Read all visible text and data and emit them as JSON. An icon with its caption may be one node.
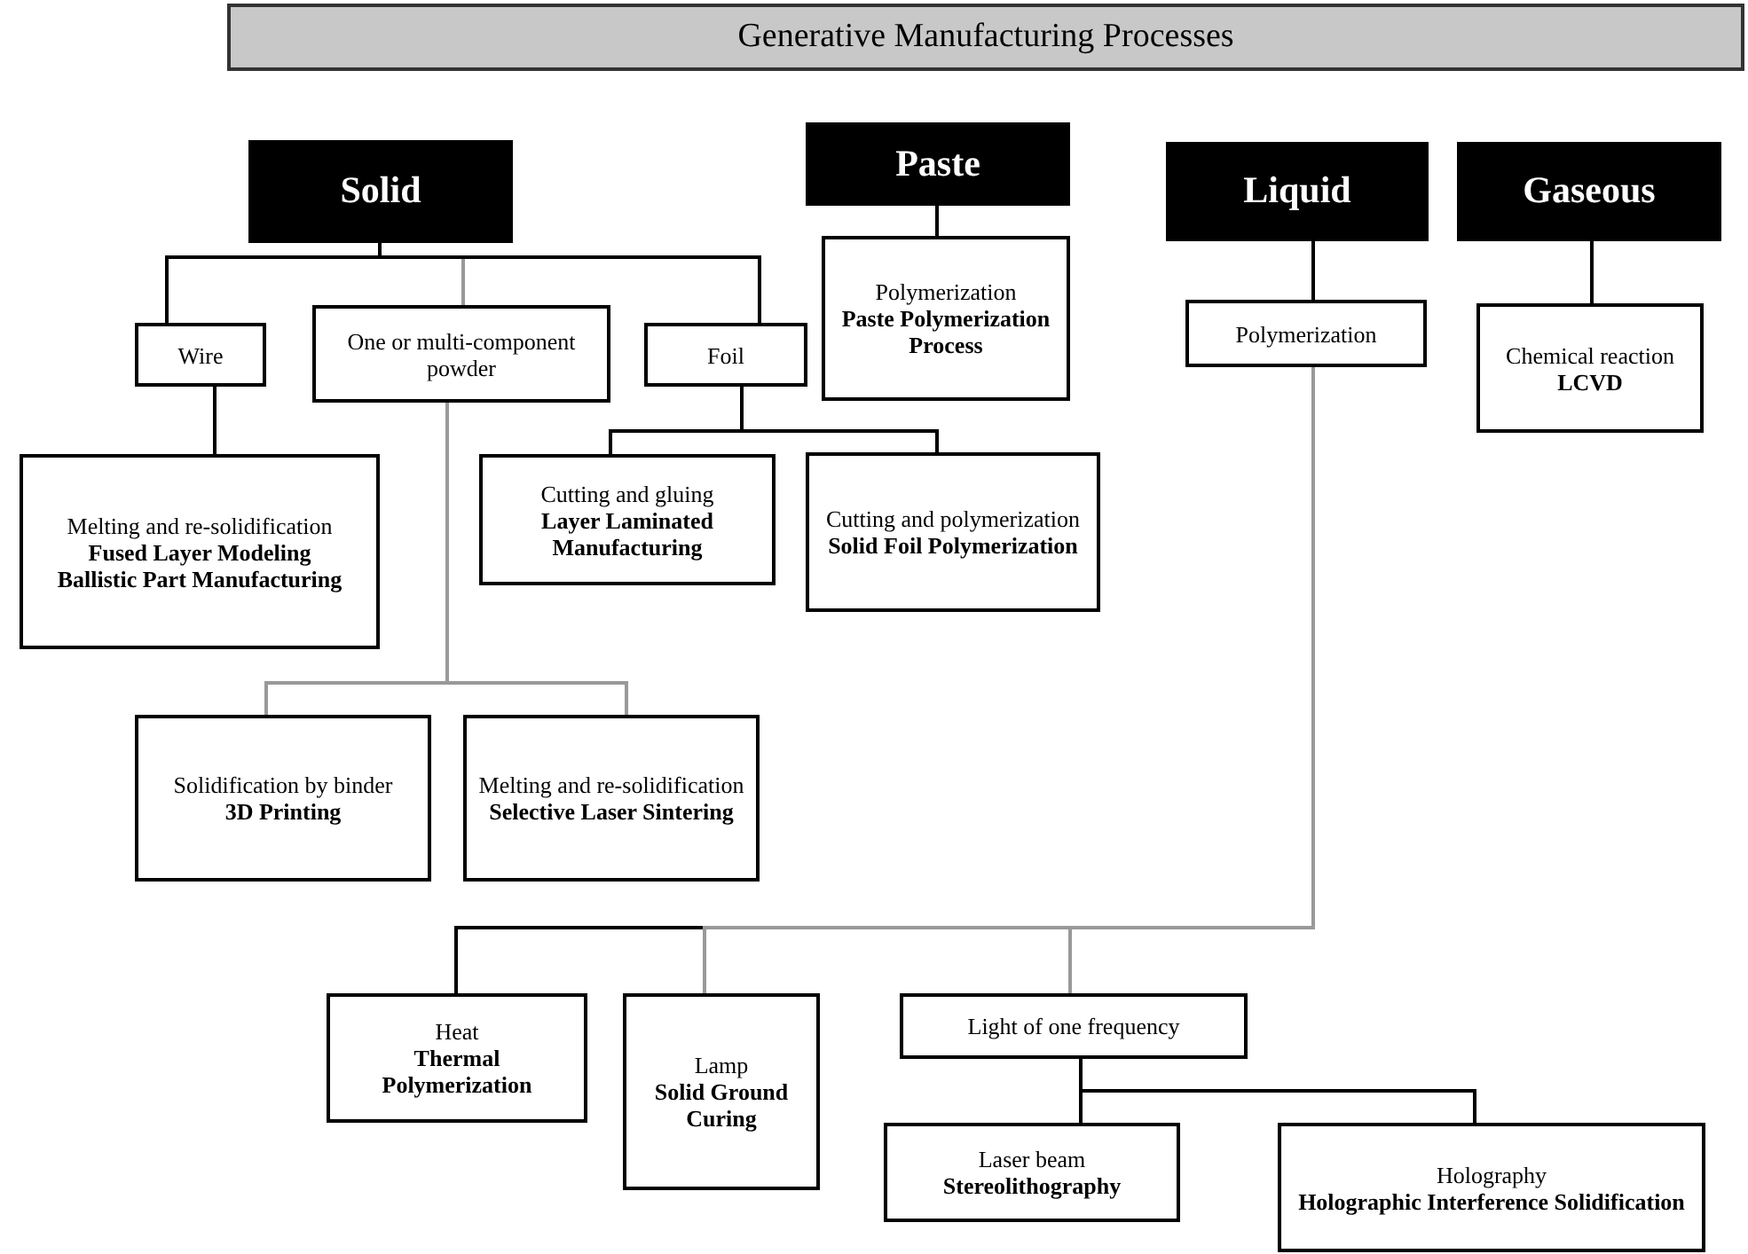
{
  "diagram": {
    "nodes": [
      {
        "text": [
          "Generative Manufacturing Processes"
        ]
      },
      {
        "text": [
          "Solid"
        ]
      },
      {
        "text": [
          "Paste"
        ]
      },
      {
        "text": [
          "Liquid"
        ]
      },
      {
        "text": [
          "Gaseous"
        ]
      },
      {
        "text": [
          "Wire"
        ]
      },
      {
        "text": [
          "One or multi-component powder"
        ]
      },
      {
        "text": [
          "Foil"
        ]
      },
      {
        "text": [
          "Polymerization",
          "Paste Polymerization Process"
        ]
      },
      {
        "text": [
          "Polymerization"
        ]
      },
      {
        "text": [
          "Chemical reaction",
          "LCVD"
        ]
      },
      {
        "text": [
          "Melting and re-solidification",
          "Fused Layer Modeling",
          "Ballistic Part Manufacturing"
        ]
      },
      {
        "text": [
          "Cutting and gluing",
          "Layer Laminated Manufacturing"
        ]
      },
      {
        "text": [
          "Cutting and polymerization",
          "Solid Foil Polymerization"
        ]
      },
      {
        "text": [
          "Solidification by binder",
          "3D Printing"
        ]
      },
      {
        "text": [
          "Melting and re-solidification",
          "Selective Laser Sintering"
        ]
      },
      {
        "text": [
          "Heat",
          "Thermal Polymerization"
        ]
      },
      {
        "text": [
          "Lamp",
          "Solid Ground Curing"
        ]
      },
      {
        "text": [
          "Light of one frequency"
        ]
      },
      {
        "text": [
          "Laser beam",
          "Stereolithography"
        ]
      },
      {
        "text": [
          "Holography",
          "Holographic Interference Solidification"
        ]
      }
    ],
    "edges": [
      {
        "from": 1,
        "to": 5,
        "arrow": "none"
      },
      {
        "from": 1,
        "to": 6,
        "arrow": "none",
        "color": "#999999"
      },
      {
        "from": 1,
        "to": 7,
        "arrow": "none"
      },
      {
        "from": 2,
        "to": 8,
        "arrow": "none"
      },
      {
        "from": 3,
        "to": 9,
        "arrow": "none"
      },
      {
        "from": 4,
        "to": 10,
        "arrow": "none"
      },
      {
        "from": 5,
        "to": 11,
        "arrow": "none"
      },
      {
        "from": 7,
        "to": 12,
        "arrow": "none"
      },
      {
        "from": 7,
        "to": 13,
        "arrow": "none"
      },
      {
        "from": 6,
        "to": 14,
        "arrow": "none",
        "color": "#999999"
      },
      {
        "from": 6,
        "to": 15,
        "arrow": "none",
        "color": "#999999"
      },
      {
        "from": 9,
        "to": 16,
        "arrow": "none"
      },
      {
        "from": 9,
        "to": 17,
        "arrow": "none",
        "color": "#999999"
      },
      {
        "from": 9,
        "to": 18,
        "arrow": "none",
        "color": "#999999"
      },
      {
        "from": 18,
        "to": 19,
        "arrow": "none"
      },
      {
        "from": 18,
        "to": 20,
        "arrow": "none"
      }
    ]
  }
}
